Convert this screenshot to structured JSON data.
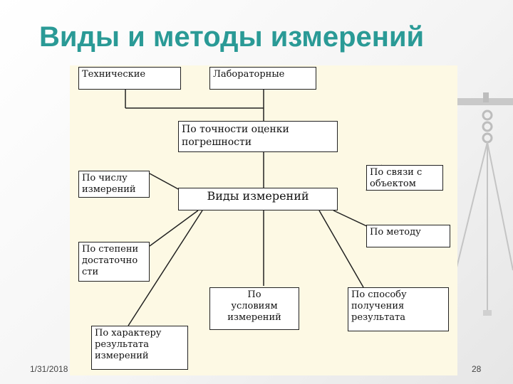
{
  "slide": {
    "title": "Виды и методы измерений",
    "date": "1/31/2018",
    "page": "28"
  },
  "diagram": {
    "boxes": {
      "technical": "Технические",
      "laboratory": "Лабораторные",
      "accuracy": "По точности оценки\nпогрешности",
      "count": "По числу\nизмерений",
      "center": "Виды измерений",
      "object": "По связи с\nобъектом",
      "method": "По методу",
      "sufficiency": "По степени\nдостаточно\nсти",
      "conditions": "По\nусловиям\nизмерений",
      "result_method": "По способу\nполучения\nрезультата",
      "result_nature": "По характеру\nрезультата\nизмерений"
    }
  },
  "colors": {
    "title": "#2a9a96",
    "panel": "#fdf9e4",
    "line": "#222222"
  },
  "icons": {
    "decoration": "balance-scales-icon"
  }
}
